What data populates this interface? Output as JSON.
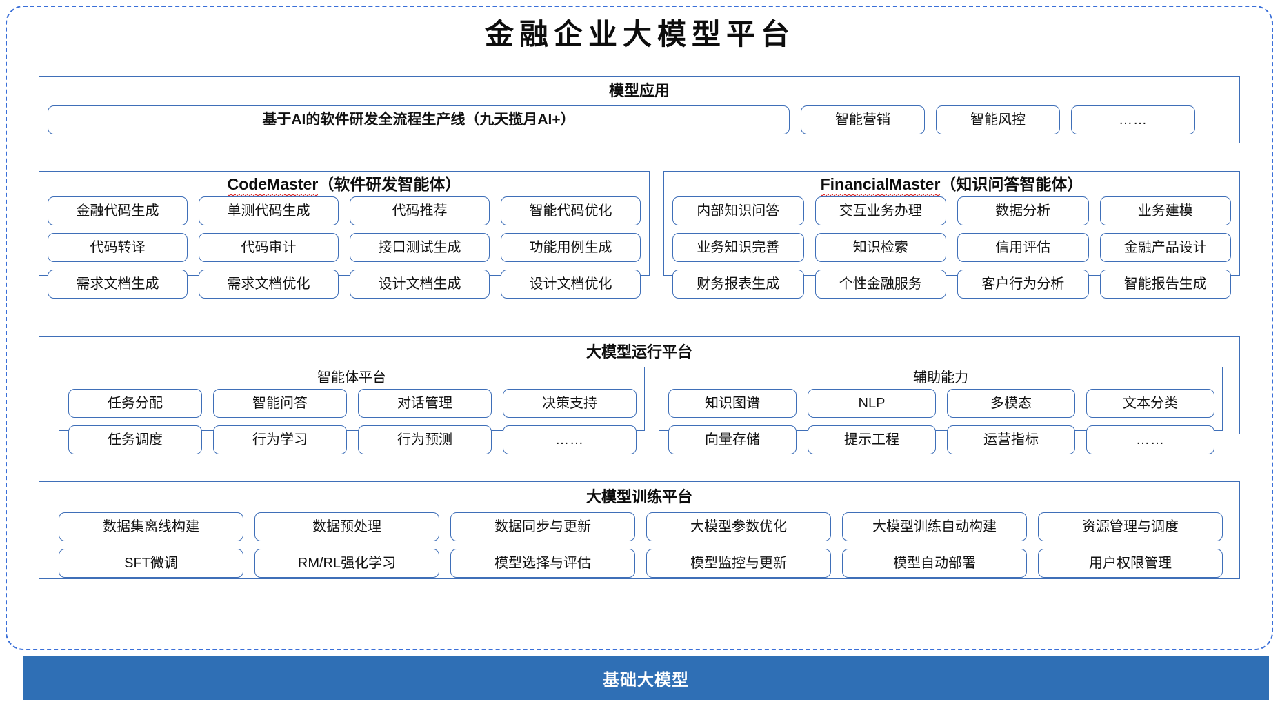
{
  "title": "金融企业大模型平台",
  "colors": {
    "frame_border": "#3a6fd8",
    "panel_border": "#3f6fb8",
    "chip_border": "#3f6fb8",
    "base_bar_bg": "#2f6fb5",
    "base_bar_text": "#ffffff",
    "spellcheck_squiggle": "#e03030"
  },
  "sections": {
    "model_application": {
      "title": "模型应用",
      "banner": "基于AI的软件研发全流程生产线（九天揽月AI+）",
      "items": [
        "智能营销",
        "智能风控",
        "……"
      ]
    },
    "code_master": {
      "title_en": "CodeMaster",
      "title_cn": "（软件研发智能体）",
      "items": [
        "金融代码生成",
        "单测代码生成",
        "代码推荐",
        "智能代码优化",
        "代码转译",
        "代码审计",
        "接口测试生成",
        "功能用例生成",
        "需求文档生成",
        "需求文档优化",
        "设计文档生成",
        "设计文档优化"
      ]
    },
    "financial_master": {
      "title_en": "FinancialMaster",
      "title_cn": "（知识问答智能体）",
      "items": [
        "内部知识问答",
        "交互业务办理",
        "数据分析",
        "业务建模",
        "业务知识完善",
        "知识检索",
        "信用评估",
        "金融产品设计",
        "财务报表生成",
        "个性金融服务",
        "客户行为分析",
        "智能报告生成"
      ]
    },
    "runtime_platform": {
      "title": "大模型运行平台",
      "agent_platform": {
        "title": "智能体平台",
        "items": [
          "任务分配",
          "智能问答",
          "对话管理",
          "决策支持",
          "任务调度",
          "行为学习",
          "行为预测",
          "……"
        ]
      },
      "auxiliary_capability": {
        "title": "辅助能力",
        "items": [
          "知识图谱",
          "NLP",
          "多模态",
          "文本分类",
          "向量存储",
          "提示工程",
          "运营指标",
          "……"
        ]
      }
    },
    "training_platform": {
      "title": "大模型训练平台",
      "items": [
        "数据集离线构建",
        "数据预处理",
        "数据同步与更新",
        "大模型参数优化",
        "大模型训练自动构建",
        "资源管理与调度",
        "SFT微调",
        "RM/RL强化学习",
        "模型选择与评估",
        "模型监控与更新",
        "模型自动部署",
        "用户权限管理"
      ]
    },
    "base_model": {
      "label": "基础大模型"
    }
  }
}
